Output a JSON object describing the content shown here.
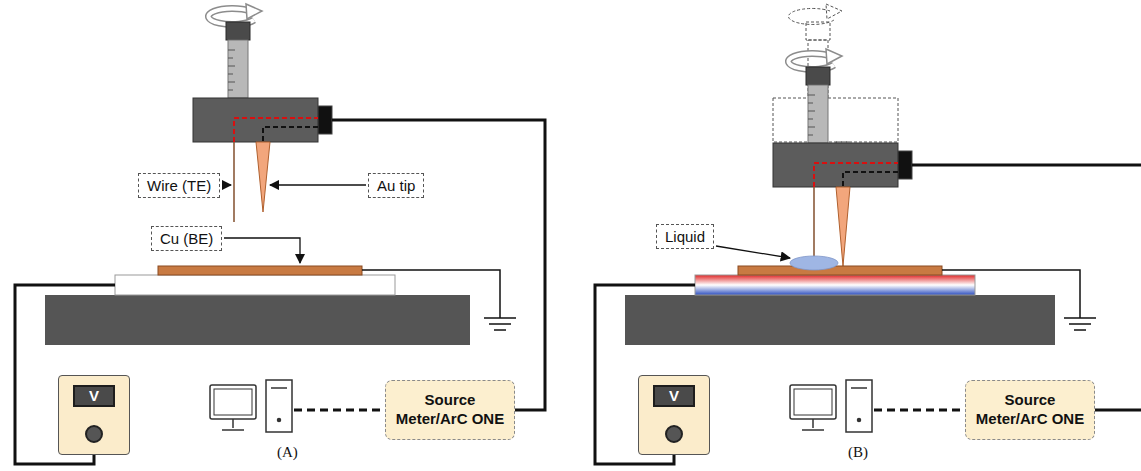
{
  "diagram": {
    "nodes": [
      {
        "text": [
          "Wire (TE)"
        ]
      },
      {
        "text": [
          "Au tip"
        ]
      },
      {
        "text": [
          "Cu (BE)"
        ]
      },
      {
        "text": [
          "V"
        ]
      },
      {
        "text": [
          "Source Meter/ArC ONE"
        ]
      },
      {
        "text": [
          "Liquid"
        ]
      },
      {
        "text": [
          "V"
        ]
      },
      {
        "text": [
          "Source Meter/ArC ONE"
        ]
      }
    ],
    "labels": [
      "(A)",
      "(B)"
    ]
  }
}
